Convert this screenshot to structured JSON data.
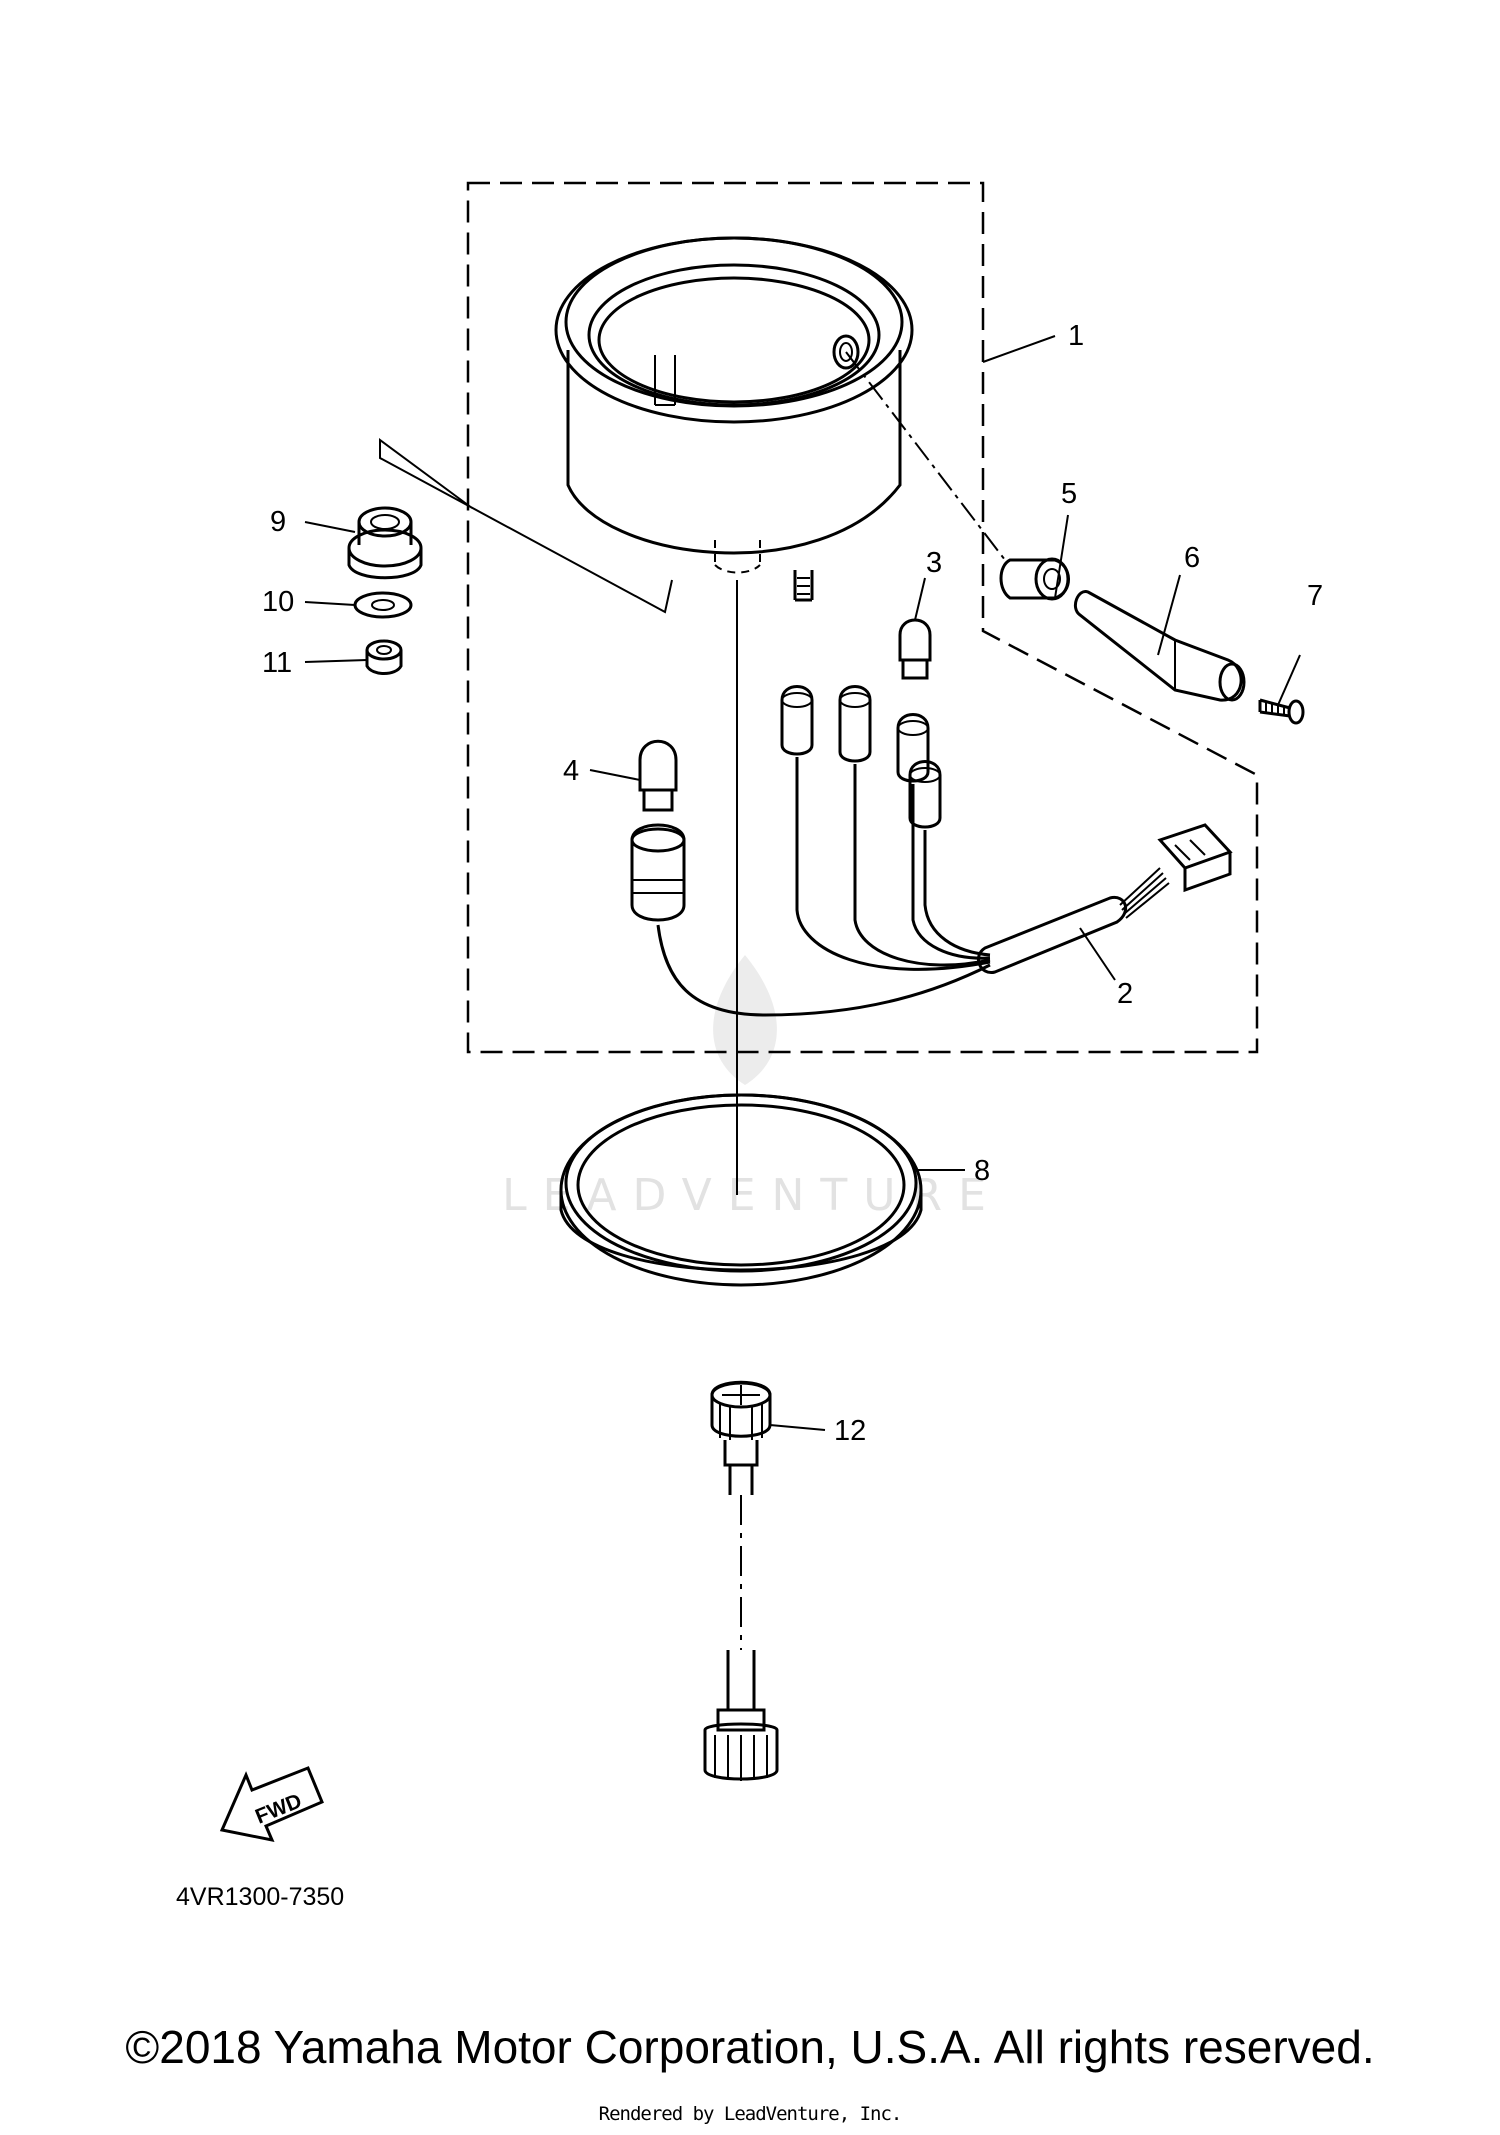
{
  "callouts": {
    "c1": "1",
    "c2": "2",
    "c3": "3",
    "c4": "4",
    "c5": "5",
    "c6": "6",
    "c7": "7",
    "c8": "8",
    "c9": "9",
    "c10": "10",
    "c11": "11",
    "c12": "12"
  },
  "fwd_label": "FWD",
  "drawing_number": "4VR1300-7350",
  "watermark": "LEADVENTURE",
  "copyright": "©2018 Yamaha Motor Corporation, U.S.A. All rights reserved.",
  "rendered_by": "Rendered by LeadVenture, Inc."
}
